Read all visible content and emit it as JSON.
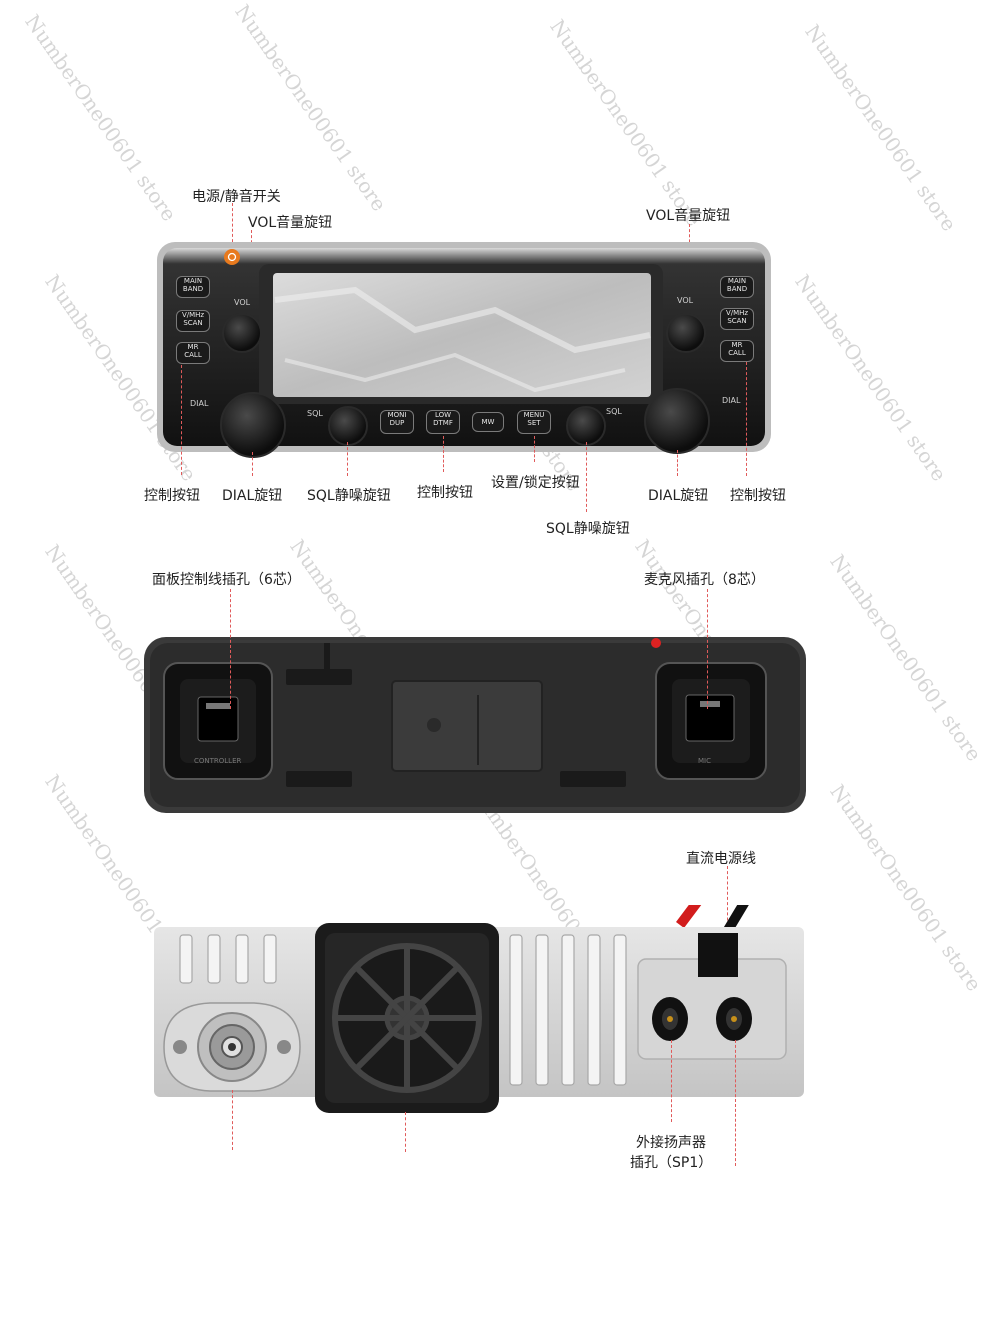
{
  "watermark": "NumberOne00601 store",
  "front_panel": {
    "labels": {
      "power_mute": "电源/静音开关",
      "vol_left": "VOL音量旋钮",
      "vol_right": "VOL音量旋钮",
      "control_left": "控制按钮",
      "dial_left": "DIAL旋钮",
      "sql_left": "SQL静噪旋钮",
      "control_middle": "控制按钮",
      "setup_lock": "设置/锁定按钮",
      "sql_right": "SQL静噪旋钮",
      "dial_right": "DIAL旋钮",
      "control_right": "控制按钮"
    },
    "buttons_left": [
      "MAIN\nBAND",
      "V/MHz\nSCAN",
      "MR\nCALL"
    ],
    "buttons_right": [
      "MAIN\nBAND",
      "V/MHz\nSCAN",
      "MR\nCALL"
    ],
    "buttons_bottom": [
      "MONI\nDUP",
      "LOW\nDTMF",
      "MW",
      "MENU\nSET"
    ],
    "panel_text": {
      "vol_l": "VOL",
      "vol_r": "VOL",
      "dial_l": "DIAL",
      "dial_r": "DIAL",
      "sql_l": "SQL",
      "sql_r": "SQL"
    }
  },
  "rear_panel": {
    "labels": {
      "control_jack": "面板控制线插孔（6芯）",
      "mic_jack": "麦克风插孔（8芯）"
    },
    "port_text": {
      "controller": "CONTROLLER",
      "mic": "MIC"
    }
  },
  "body_rear": {
    "labels": {
      "dc_cable": "直流电源线",
      "speaker_jack_line1": "外接扬声器",
      "speaker_jack_line2": "插孔（SP1）"
    }
  }
}
